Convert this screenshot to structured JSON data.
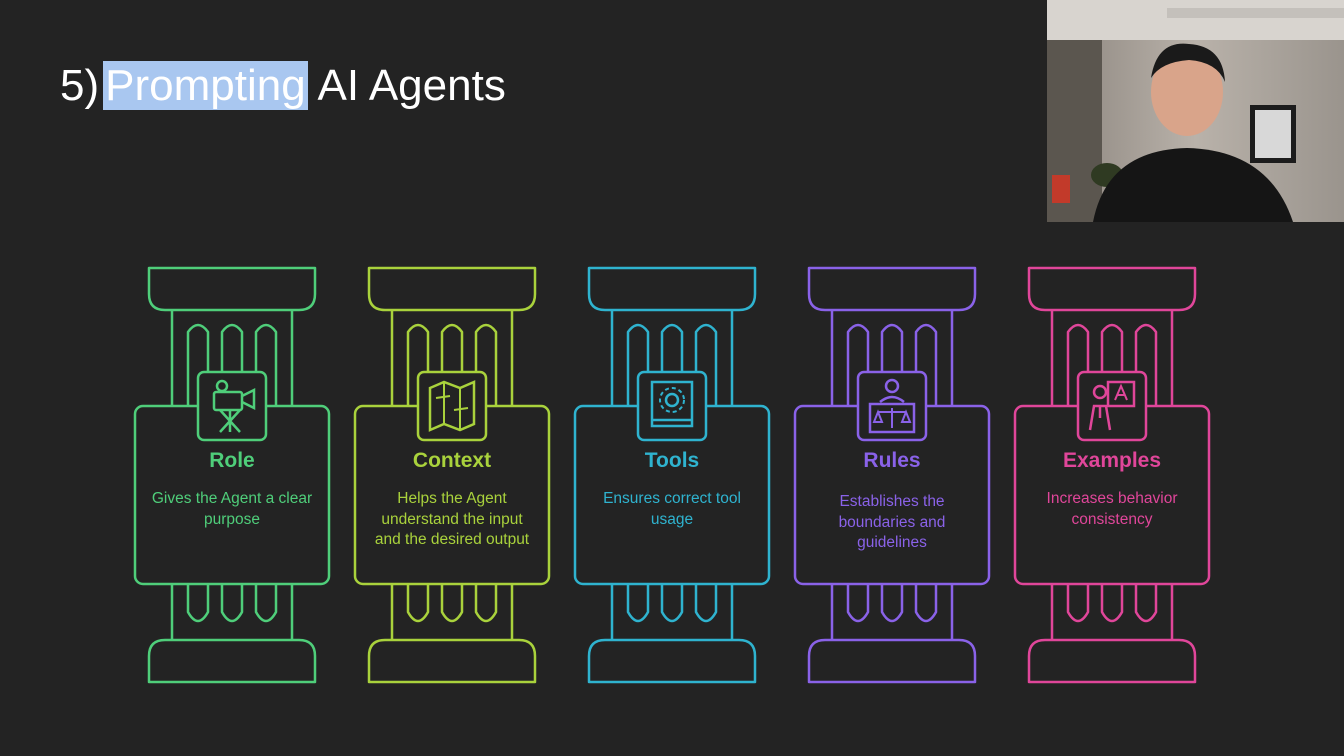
{
  "slide": {
    "title_prefix": "5)",
    "title_highlight": "Prompting",
    "title_suffix": "AI Agents"
  },
  "colors": {
    "background": "#232323",
    "highlight": "#a9c7f0"
  },
  "pillars": [
    {
      "title": "Role",
      "description": "Gives the Agent a clear purpose",
      "color": "#4fce7a",
      "icon": "film-camera-icon"
    },
    {
      "title": "Context",
      "description": "Helps the Agent understand the input and the desired output",
      "color": "#a9d23c",
      "icon": "map-icon"
    },
    {
      "title": "Tools",
      "description": "Ensures correct tool usage",
      "color": "#2fb3cf",
      "icon": "gear-book-icon"
    },
    {
      "title": "Rules",
      "description": "Establishes the boundaries and guidelines",
      "color": "#8a62e8",
      "icon": "judge-scales-icon"
    },
    {
      "title": "Examples",
      "description": "Increases behavior consistency",
      "color": "#e0469a",
      "icon": "teacher-board-icon"
    }
  ],
  "webcam": {
    "icon": "presenter-video-feed"
  }
}
